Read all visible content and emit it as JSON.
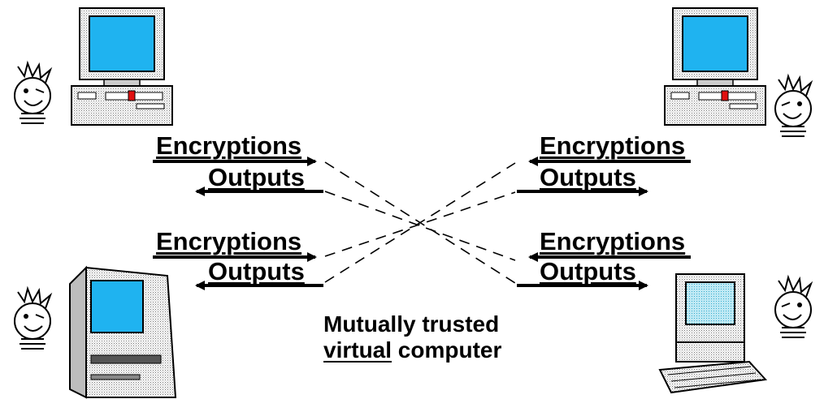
{
  "parties": [
    {
      "id": "top-left",
      "computer": "pc-tower",
      "person": "cartoon-person"
    },
    {
      "id": "top-right",
      "computer": "pc-tower",
      "person": "cartoon-person"
    },
    {
      "id": "bottom-left",
      "computer": "mac-classic",
      "person": "cartoon-person"
    },
    {
      "id": "bottom-right",
      "computer": "mac-desktop",
      "person": "cartoon-person"
    }
  ],
  "channels": {
    "top_left": {
      "send": "Encryptions",
      "receive": "Outputs"
    },
    "bottom_left": {
      "send": "Encryptions",
      "receive": "Outputs"
    },
    "top_right": {
      "send": "Encryptions",
      "receive": "Outputs"
    },
    "bottom_right": {
      "send": "Encryptions",
      "receive": "Outputs"
    }
  },
  "center": {
    "line1": "Mutually trusted",
    "line2_underlined": "virtual",
    "line2_rest": " computer"
  },
  "colors": {
    "screen": "#1fb3f0",
    "casing": "#d8d8d8",
    "outline": "#000000",
    "accent": "#e01010"
  }
}
